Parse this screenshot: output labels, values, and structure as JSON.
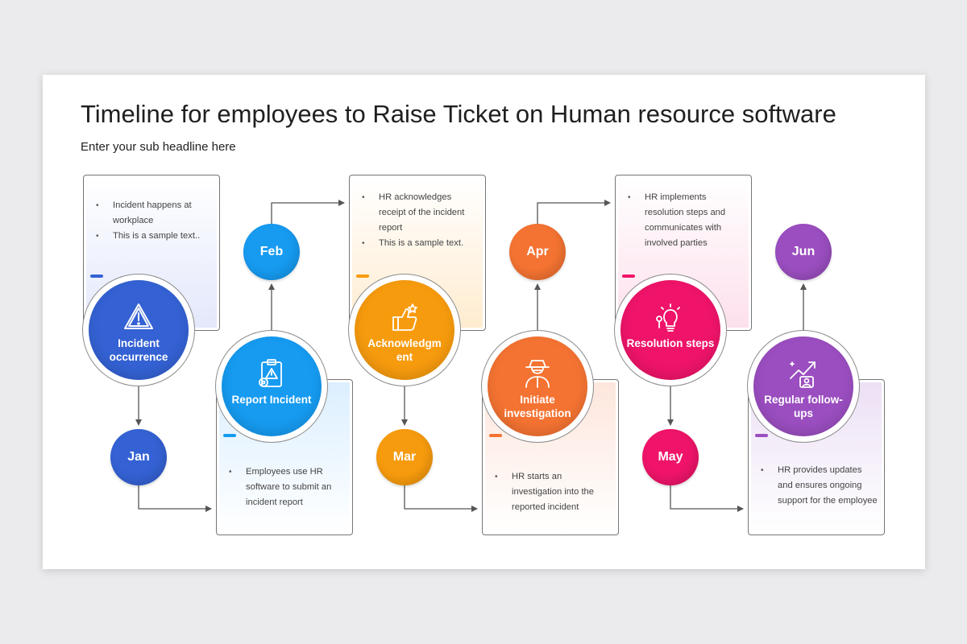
{
  "title": "Timeline for employees to Raise Ticket on Human resource software",
  "subtitle": "Enter your sub headline here",
  "steps": [
    {
      "label": "Incident occurrence",
      "month": "Jan",
      "color": "#3462d4",
      "icon": "warning-icon",
      "bullets": [
        "Incident happens at workplace",
        "This is a sample text.."
      ]
    },
    {
      "label": "Report Incident",
      "month": "Feb",
      "color": "#169bf1",
      "icon": "clipboard-report-icon",
      "bullets": [
        "Employees use HR software to submit an incident report"
      ]
    },
    {
      "label": "Acknowledgm ent",
      "month": "Mar",
      "color": "#f79b0e",
      "icon": "thumbs-up-icon",
      "bullets": [
        "HR acknowledges receipt of the incident report",
        "This is a sample text."
      ]
    },
    {
      "label": "Initiate investigation",
      "month": "Apr",
      "color": "#f47332",
      "icon": "detective-icon",
      "bullets": [
        "HR starts an investigation into the reported incident"
      ]
    },
    {
      "label": "Resolution steps",
      "month": "May",
      "color": "#ef1469",
      "icon": "lightbulb-icon",
      "bullets": [
        "HR implements resolution steps and communicates with involved parties"
      ]
    },
    {
      "label": "Regular follow-ups",
      "month": "Jun",
      "color": "#9b4ec0",
      "icon": "growth-chart-icon",
      "bullets": [
        "HR provides updates and ensures ongoing support for the employee"
      ]
    }
  ]
}
